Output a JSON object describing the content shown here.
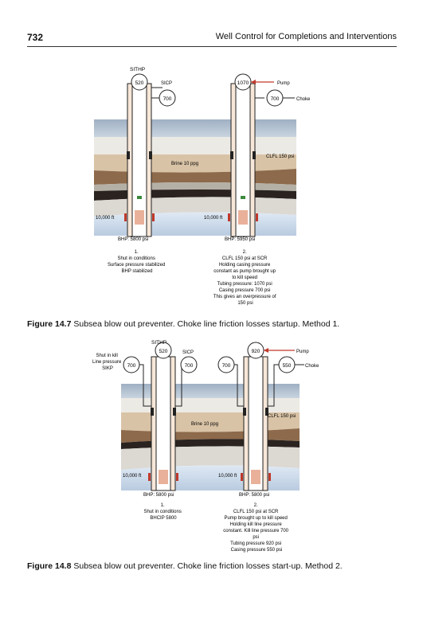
{
  "header": {
    "page_number": "732",
    "running_title": "Well Control for Completions and Interventions"
  },
  "fig1": {
    "sithp_label": "SITHP",
    "gauge_tubing_left": "520",
    "sicp_label": "SICP",
    "gauge_casing_left": "700",
    "gauge_tubing_right": "1070",
    "pump_label": "Pump",
    "gauge_casing_right": "700",
    "choke_label": "Choke",
    "clfl_label": "CLFL 150 psi",
    "brine_label": "Brine 10 ppg",
    "depth_left": "10,000 ft",
    "depth_right": "10,000 ft",
    "bhp_left": "BHP: 5800 psi",
    "bhp_right": "BHP: 5950 psi",
    "notes_left": [
      "1.",
      "Shut in conditions",
      "Surface pressure stabilized",
      "BHP stabilized"
    ],
    "notes_right": [
      "2.",
      "CLFL 150 psi at SCR",
      "Holding casing pressure",
      "constant as pump brought up",
      "to kill speed",
      "Tubing pressure: 1070 psi",
      "Casing pressure 700 psi",
      "This gives an overpressure of",
      "150 psi"
    ],
    "caption_label": "Figure 14.7",
    "caption_text": "Subsea blow out preventer. Choke line friction losses startup. Method 1."
  },
  "fig2": {
    "sithp_label": "SITHP",
    "kill_label": [
      "Shut in kill",
      "Line pressure",
      "SIKP"
    ],
    "gauge_kill_left": "700",
    "gauge_tubing_left": "520",
    "sicp_label": "SICP",
    "gauge_casing_left": "700",
    "gauge_kill_right": "700",
    "gauge_tubing_right": "920",
    "pump_label": "Pump",
    "gauge_casing_right": "550",
    "choke_label": "Choke",
    "clfl_label": "CLFL 150 psi",
    "brine_label": "Brine 10 ppg",
    "depth_left": "10,000 ft",
    "depth_right": "10,000 ft",
    "bhp_left": "BHP: 5800 psi",
    "bhp_right": "BHP: 5800 psi",
    "notes_left": [
      "1.",
      "Shut in conditions",
      "BHCIP 5800"
    ],
    "notes_right": [
      "2.",
      "CLFL 150 psi at SCR",
      "Pump brought up to kill speed",
      "Holding kill line pressure",
      "constant. Kill line pressure 700",
      "psi",
      "Tubing pressure 920 psi",
      "Casing pressure 550 psi"
    ],
    "caption_label": "Figure 14.8",
    "caption_text": "Subsea blow out preventer. Choke line friction losses start-up. Method 2."
  }
}
